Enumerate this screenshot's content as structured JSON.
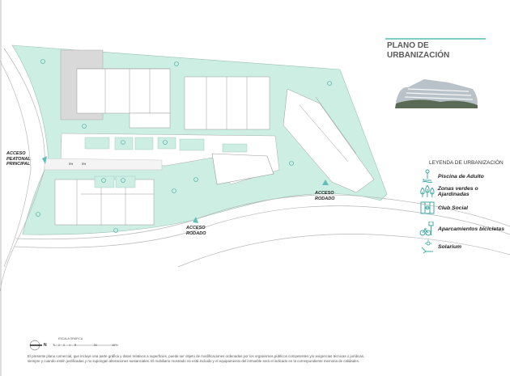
{
  "title": {
    "line1": "PLANO DE",
    "line2": "URBANIZACIÓN"
  },
  "colors": {
    "green": "#cdeee3",
    "teal": "#3fa9a0",
    "accent_line": "#7fcfc6",
    "parking": "#d9d9d9"
  },
  "access_labels": {
    "pedestrian": [
      "ACCESO",
      "PEATONAL",
      "PRINCIPAL"
    ],
    "vehicle_1": [
      "ACCESO",
      "RODADO"
    ],
    "vehicle_2": [
      "ACCESO",
      "RODADO"
    ]
  },
  "slope_labels": [
    "5%",
    "5%"
  ],
  "legend": {
    "title": "LEYENDA DE URBANIZACIÓN",
    "items": [
      {
        "label": "Piscina de Adulto",
        "icon": "pool-icon"
      },
      {
        "label": "Zonas verdes o Ajardinadas",
        "icon": "trees-icon"
      },
      {
        "label": "Club Social",
        "icon": "club-icon"
      },
      {
        "label": "Aparcamientos bicicletas",
        "icon": "bicycle-parking-icon"
      },
      {
        "label": "Solarium",
        "icon": "sun-lounger-icon"
      }
    ]
  },
  "scale": {
    "title": "ESCALA GRÁFICA",
    "ticks": [
      "1",
      "2",
      "3",
      "4",
      "5",
      "10",
      "15 m"
    ],
    "north": "N"
  },
  "disclaimer": "El presente plano comercial, que incluye una parte gráfica y datos relativos a superficies, puede ser objeto de modificaciones ordenadas por los organismos públicos competentes y/o exigencias técnicas o jurídicas, siempre y cuando estén justificadas y no supongan alteraciones sustanciales. El mobiliario mostrado no está incluido y el equipamiento del inmueble será el indicado en la correspondiente memoria de calidades."
}
